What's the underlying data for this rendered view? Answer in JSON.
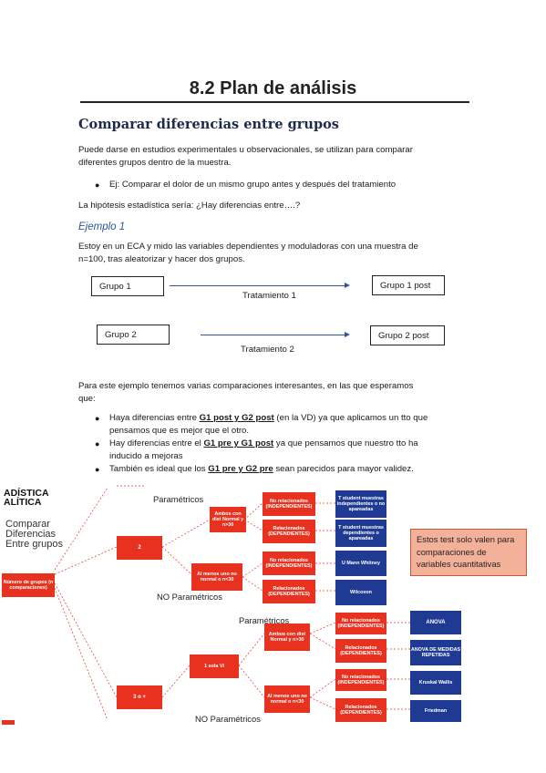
{
  "title": "8.2 Plan de análisis",
  "section_title": "Comparar diferencias entre grupos",
  "intro_line1": "Puede darse en estudios experimentales u observacionales, se utilizan para comparar",
  "intro_line2": "diferentes grupos dentro de la muestra.",
  "bullet_example": "Ej: Comparar el dolor de un mismo grupo antes y después del tratamiento",
  "hypothesis": "La hipótesis estadística sería: ¿Hay diferencias entre….?",
  "example_heading": "Ejemplo 1",
  "example_line1": "Estoy en un ECA y mido las variables dependientes y moduladoras con una muestra de",
  "example_line2": "n=100, tras aleatorizar y hacer dos grupos.",
  "groups": {
    "g1": "Grupo 1",
    "g1post": "Grupo 1 post",
    "t1": "Tratamiento 1",
    "g2": "Grupo 2",
    "g2post": "Grupo 2 post",
    "t2": "Tratamiento 2"
  },
  "comparisons_line1": "Para este ejemplo tenemos varias comparaciones interesantes, en las que esperamos",
  "comparisons_line2": "que:",
  "bullets": {
    "b1_pre": "Haya diferencias entre ",
    "b1_bold": "G1 post y G2 post",
    "b1_post": " (en la VD) ya que aplicamos un tto que",
    "b1_line2": "pensamos que es mejor que el otro.",
    "b2_pre": "Hay diferencias entre el ",
    "b2_bold": "G1 pre y G1 post",
    "b2_post": " ya que pensamos que nuestro tto ha",
    "b2_line2": "inducido a mejoras",
    "b3_pre": "También es ideal que los ",
    "b3_bold": "G1 pre y G2 pre",
    "b3_post": " sean parecidos para mayor validez."
  },
  "diagram": {
    "side_line1": "ADÍSTICA",
    "side_line2": "ALÍTICA",
    "side_sub1": "Comparar",
    "side_sub2": "Diferencias",
    "side_sub3": "Entre grupos",
    "root": "Número de grupos (n comparaciones)",
    "two": "2",
    "three": "3 o +",
    "param_top": "Paramétricos",
    "noparam_top": "NO Paramétricos",
    "param_bottom": "Paramétricos",
    "noparam_bottom": "NO Paramétricos",
    "both_normal_top": "Ambos con dist Normal y n>30",
    "one_not_normal_top": "Al menos uno no normal o n<30",
    "vd1": "1 sola VI",
    "both_normal_bottom": "Ambos con dist Normal y n>30",
    "one_not_normal_bottom": "Al menos uno no normal o n<30",
    "ind1": "No relacionados (INDEPENDIENTES)",
    "dep1": "Relacionados (DEPENDIENTES)",
    "ind2": "No relacionados (INDEPENDIENTES)",
    "dep2": "Relacionados (DEPENDIENTES)",
    "ind3": "No relacionados (INDEPENDIENTES)",
    "dep3": "Relacionados (DEPENDIENTES)",
    "ind4": "No relacionados (INDEPENDIENTES)",
    "dep4": "Relacionados (DEPENDIENTES)",
    "t_ind": "T student muestras independientes o no apareadas",
    "t_dep": "T student muestras dependientes o apareadas",
    "mann": "U Mann Whitney",
    "wilcoxon": "Wilcoxon",
    "anova": "ANOVA",
    "anova_rm": "ANOVA DE MEDIDAS REPETIDAS",
    "kruskal": "Kruskal Wallis",
    "friedman": "Friedman",
    "note": "Estos test solo valen para comparaciones de variables cuantitativas"
  },
  "colors": {
    "red": "#e8321f",
    "blue": "#1f3a93",
    "note_bg": "#f4b19a",
    "arrow": "#2f5597"
  }
}
